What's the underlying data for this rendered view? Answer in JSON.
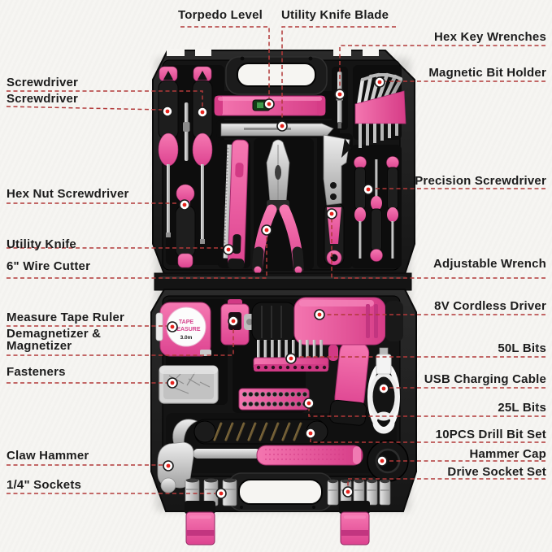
{
  "colors": {
    "background": "#f6f5f2",
    "case_black": "#1f1f1f",
    "tool_pink": "#e8519b",
    "leader_red": "#b23939",
    "dot_red": "#e5231d",
    "silver": "#c9c9c9"
  },
  "labels": [
    {
      "id": "torpedo-level",
      "text": "Torpedo Level"
    },
    {
      "id": "utility-knife-blade",
      "text": "Utility Knife Blade"
    },
    {
      "id": "hex-key-wrenches",
      "text": "Hex Key Wrenches"
    },
    {
      "id": "magnetic-bit-holder",
      "text": "Magnetic Bit Holder"
    },
    {
      "id": "screwdriver-1",
      "text": "Screwdriver"
    },
    {
      "id": "screwdriver-2",
      "text": "Screwdriver"
    },
    {
      "id": "hex-nut-screwdriver",
      "text": "Hex Nut Screwdriver"
    },
    {
      "id": "utility-knife",
      "text": "Utility Knife"
    },
    {
      "id": "wire-cutter",
      "text": "6\" Wire Cutter"
    },
    {
      "id": "precision-screwdriver",
      "text": "Precision Screwdriver"
    },
    {
      "id": "adjustable-wrench",
      "text": "Adjustable Wrench"
    },
    {
      "id": "measure-tape-ruler",
      "text": "Measure Tape Ruler"
    },
    {
      "id": "demagnetizer",
      "text": "Demagnetizer & Magnetizer"
    },
    {
      "id": "fasteners",
      "text": "Fasteners"
    },
    {
      "id": "cordless-driver",
      "text": "8V Cordless Driver"
    },
    {
      "id": "bits-50l",
      "text": "50L Bits"
    },
    {
      "id": "usb-charging-cable",
      "text": "USB Charging Cable"
    },
    {
      "id": "bits-25l",
      "text": "25L Bits"
    },
    {
      "id": "drill-bit-set",
      "text": "10PCS Drill Bit Set"
    },
    {
      "id": "hammer-cap",
      "text": "Hammer Cap"
    },
    {
      "id": "drive-socket-set",
      "text": "Drive Socket Set"
    },
    {
      "id": "claw-hammer",
      "text": "Claw Hammer"
    },
    {
      "id": "quarter-sockets",
      "text": "1/4\" Sockets"
    }
  ],
  "tape_measure": {
    "line1": "TAPE",
    "line2": "MEASURE",
    "line3": "3.0m"
  }
}
